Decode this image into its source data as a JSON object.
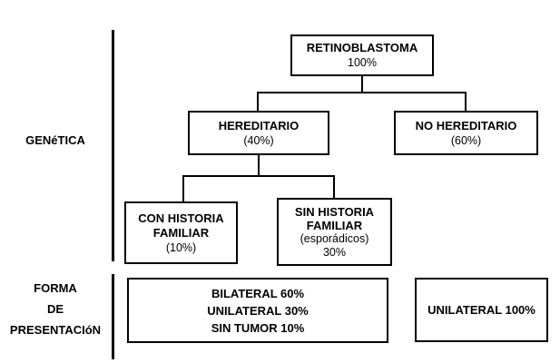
{
  "labels": {
    "genetica": "GENéTICA",
    "forma": [
      "FORMA",
      "DE",
      "PRESENTACIóN"
    ]
  },
  "nodes": {
    "retinoblastoma": {
      "title": "RETINOBLASTOMA",
      "value": "100%"
    },
    "hereditario": {
      "title": "HEREDITARIO",
      "value": "(40%)"
    },
    "no_hereditario": {
      "title": "NO HEREDITARIO",
      "value": "(60%)"
    },
    "con_historia_familiar": {
      "title_line1": "CON HISTORIA",
      "title_line2": "FAMILIAR",
      "value": "(10%)"
    },
    "sin_historia_familiar": {
      "title_line1": "SIN HISTORIA",
      "title_line2": "FAMILIAR",
      "note": "(esporádicos)",
      "value": "30%"
    },
    "forma_hereditaria": {
      "line1": "BILATERAL 60%",
      "line2": "UNILATERAL 30%",
      "line3": "SIN TUMOR 10%"
    },
    "forma_no_hereditaria": {
      "line1": "UNILATERAL 100%"
    }
  },
  "colors": {
    "line": "#000000",
    "background": "#ffffff",
    "text": "#000000"
  }
}
